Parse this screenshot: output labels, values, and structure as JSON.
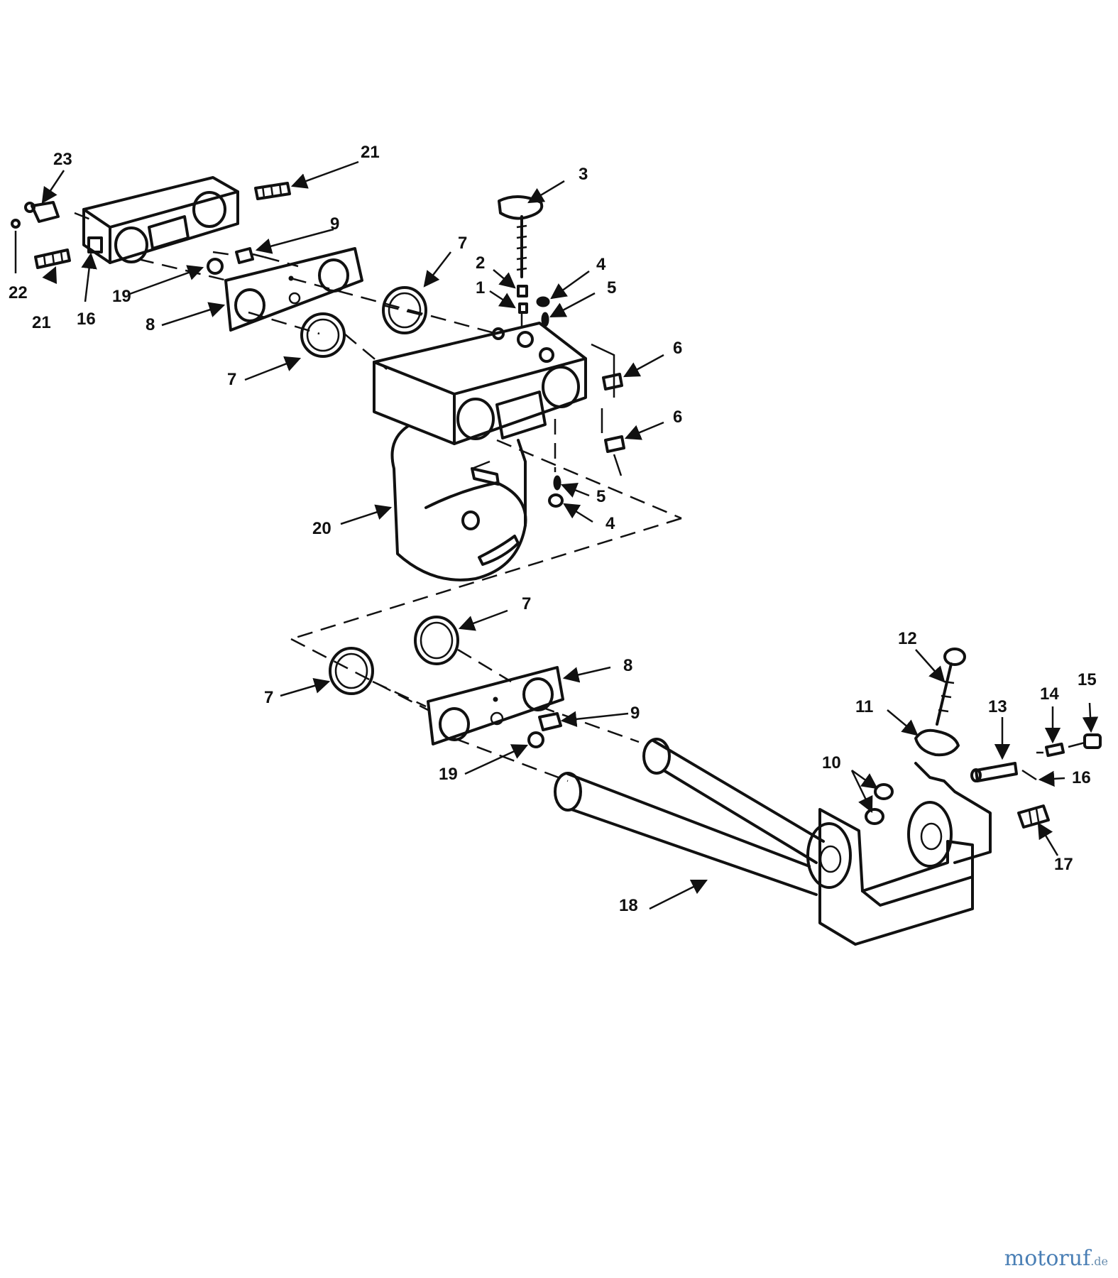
{
  "labels": {
    "l1": "1",
    "l2": "2",
    "l3": "3",
    "l4": "4",
    "l5": "5",
    "l6": "6",
    "l7": "7",
    "l8": "8",
    "l9": "9",
    "l10": "10",
    "l11": "11",
    "l12": "12",
    "l13": "13",
    "l14": "14",
    "l15": "15",
    "l16": "16",
    "l17": "17",
    "l18": "18",
    "l19": "19",
    "l20": "20",
    "l21": "21",
    "l22": "22",
    "l23": "23"
  },
  "watermark": {
    "brand": "motoruf",
    "tld": ".de"
  }
}
